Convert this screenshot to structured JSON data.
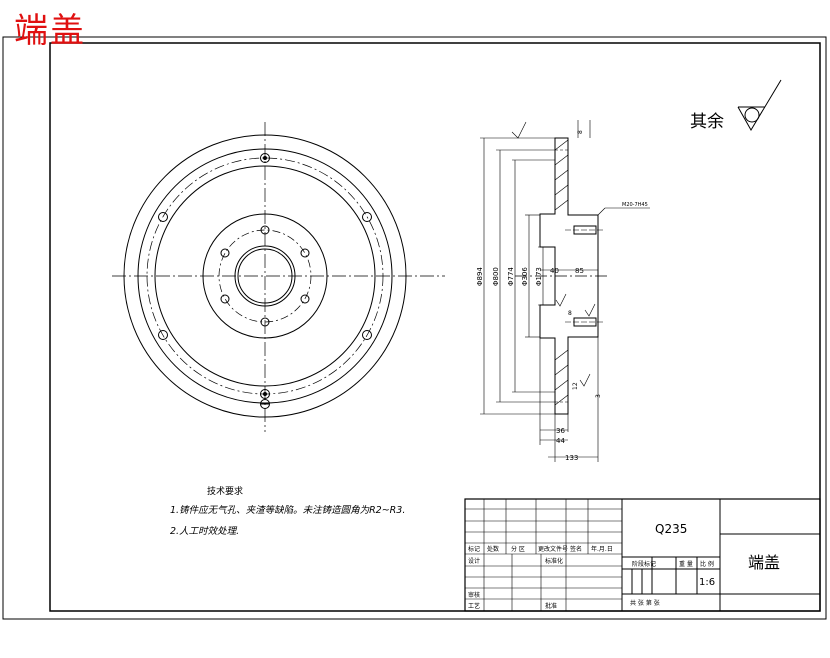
{
  "overlay_title": "端盖",
  "roughness_note": "其余",
  "dimensions": {
    "d_outer": "Φ894",
    "d_800": "Φ800",
    "d_774": "Φ774",
    "d_306": "Φ306",
    "d_173": "Φ173",
    "len_133": "133",
    "len_44": "44",
    "len_36": "36",
    "len_85": "85",
    "len_40": "40",
    "thread": "M20-7H45",
    "small_1": "8",
    "small_2": "12",
    "small_3": "3",
    "small_4": "8"
  },
  "tech_req": {
    "title": "技术要求",
    "line1": "1.铸件应无气孔、夹渣等缺陷。未注铸造圆角为R2~R3.",
    "line2": "2.人工时效处理."
  },
  "title_block": {
    "material": "Q235",
    "part_name": "端盖",
    "scale_value": "1:6",
    "hdr_mark": "标记",
    "hdr_count": "处数",
    "hdr_zone": "分 区",
    "hdr_change_doc": "更改文件号",
    "hdr_sign": "签名",
    "hdr_date": "年.月.日",
    "designer": "设计",
    "standardized": "标准化",
    "review": "审核",
    "process": "工艺",
    "approve": "批准",
    "stage_mark": "阶段标记",
    "weight": "重 量",
    "scale": "比 例",
    "sheets": "共    张    第    张"
  }
}
